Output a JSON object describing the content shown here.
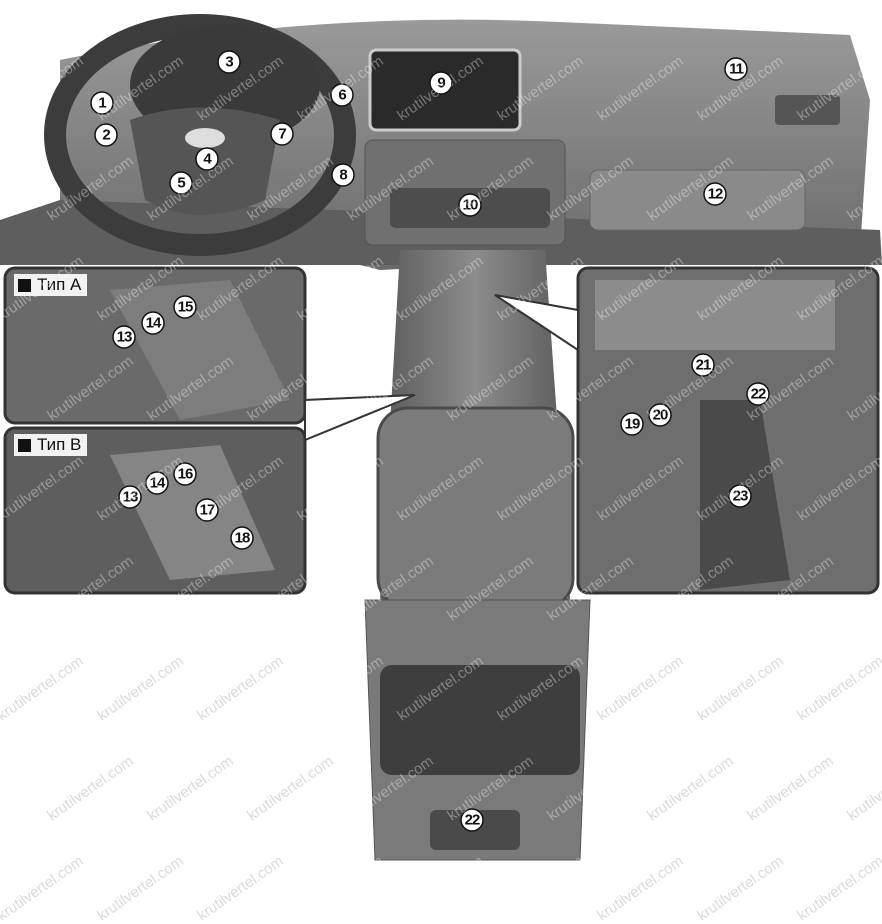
{
  "labels": {
    "type_a": "Тип A",
    "type_b": "Тип B"
  },
  "watermark": "krutilvertel.com",
  "callouts": {
    "c1": "1",
    "c2": "2",
    "c3": "3",
    "c4": "4",
    "c5": "5",
    "c6": "6",
    "c7": "7",
    "c8": "8",
    "c9": "9",
    "c10": "10",
    "c11": "11",
    "c12": "12",
    "a13": "13",
    "a14": "14",
    "a15": "15",
    "b13": "13",
    "b14": "14",
    "b16": "16",
    "b17": "17",
    "b18": "18",
    "c19": "19",
    "c20": "20",
    "c21": "21",
    "c22": "22",
    "c23": "23",
    "c22b": "22"
  },
  "colors": {
    "dash_dark": "#4a4a4a",
    "dash_mid": "#7a7a7a",
    "dash_light": "#a8a8a8"
  }
}
